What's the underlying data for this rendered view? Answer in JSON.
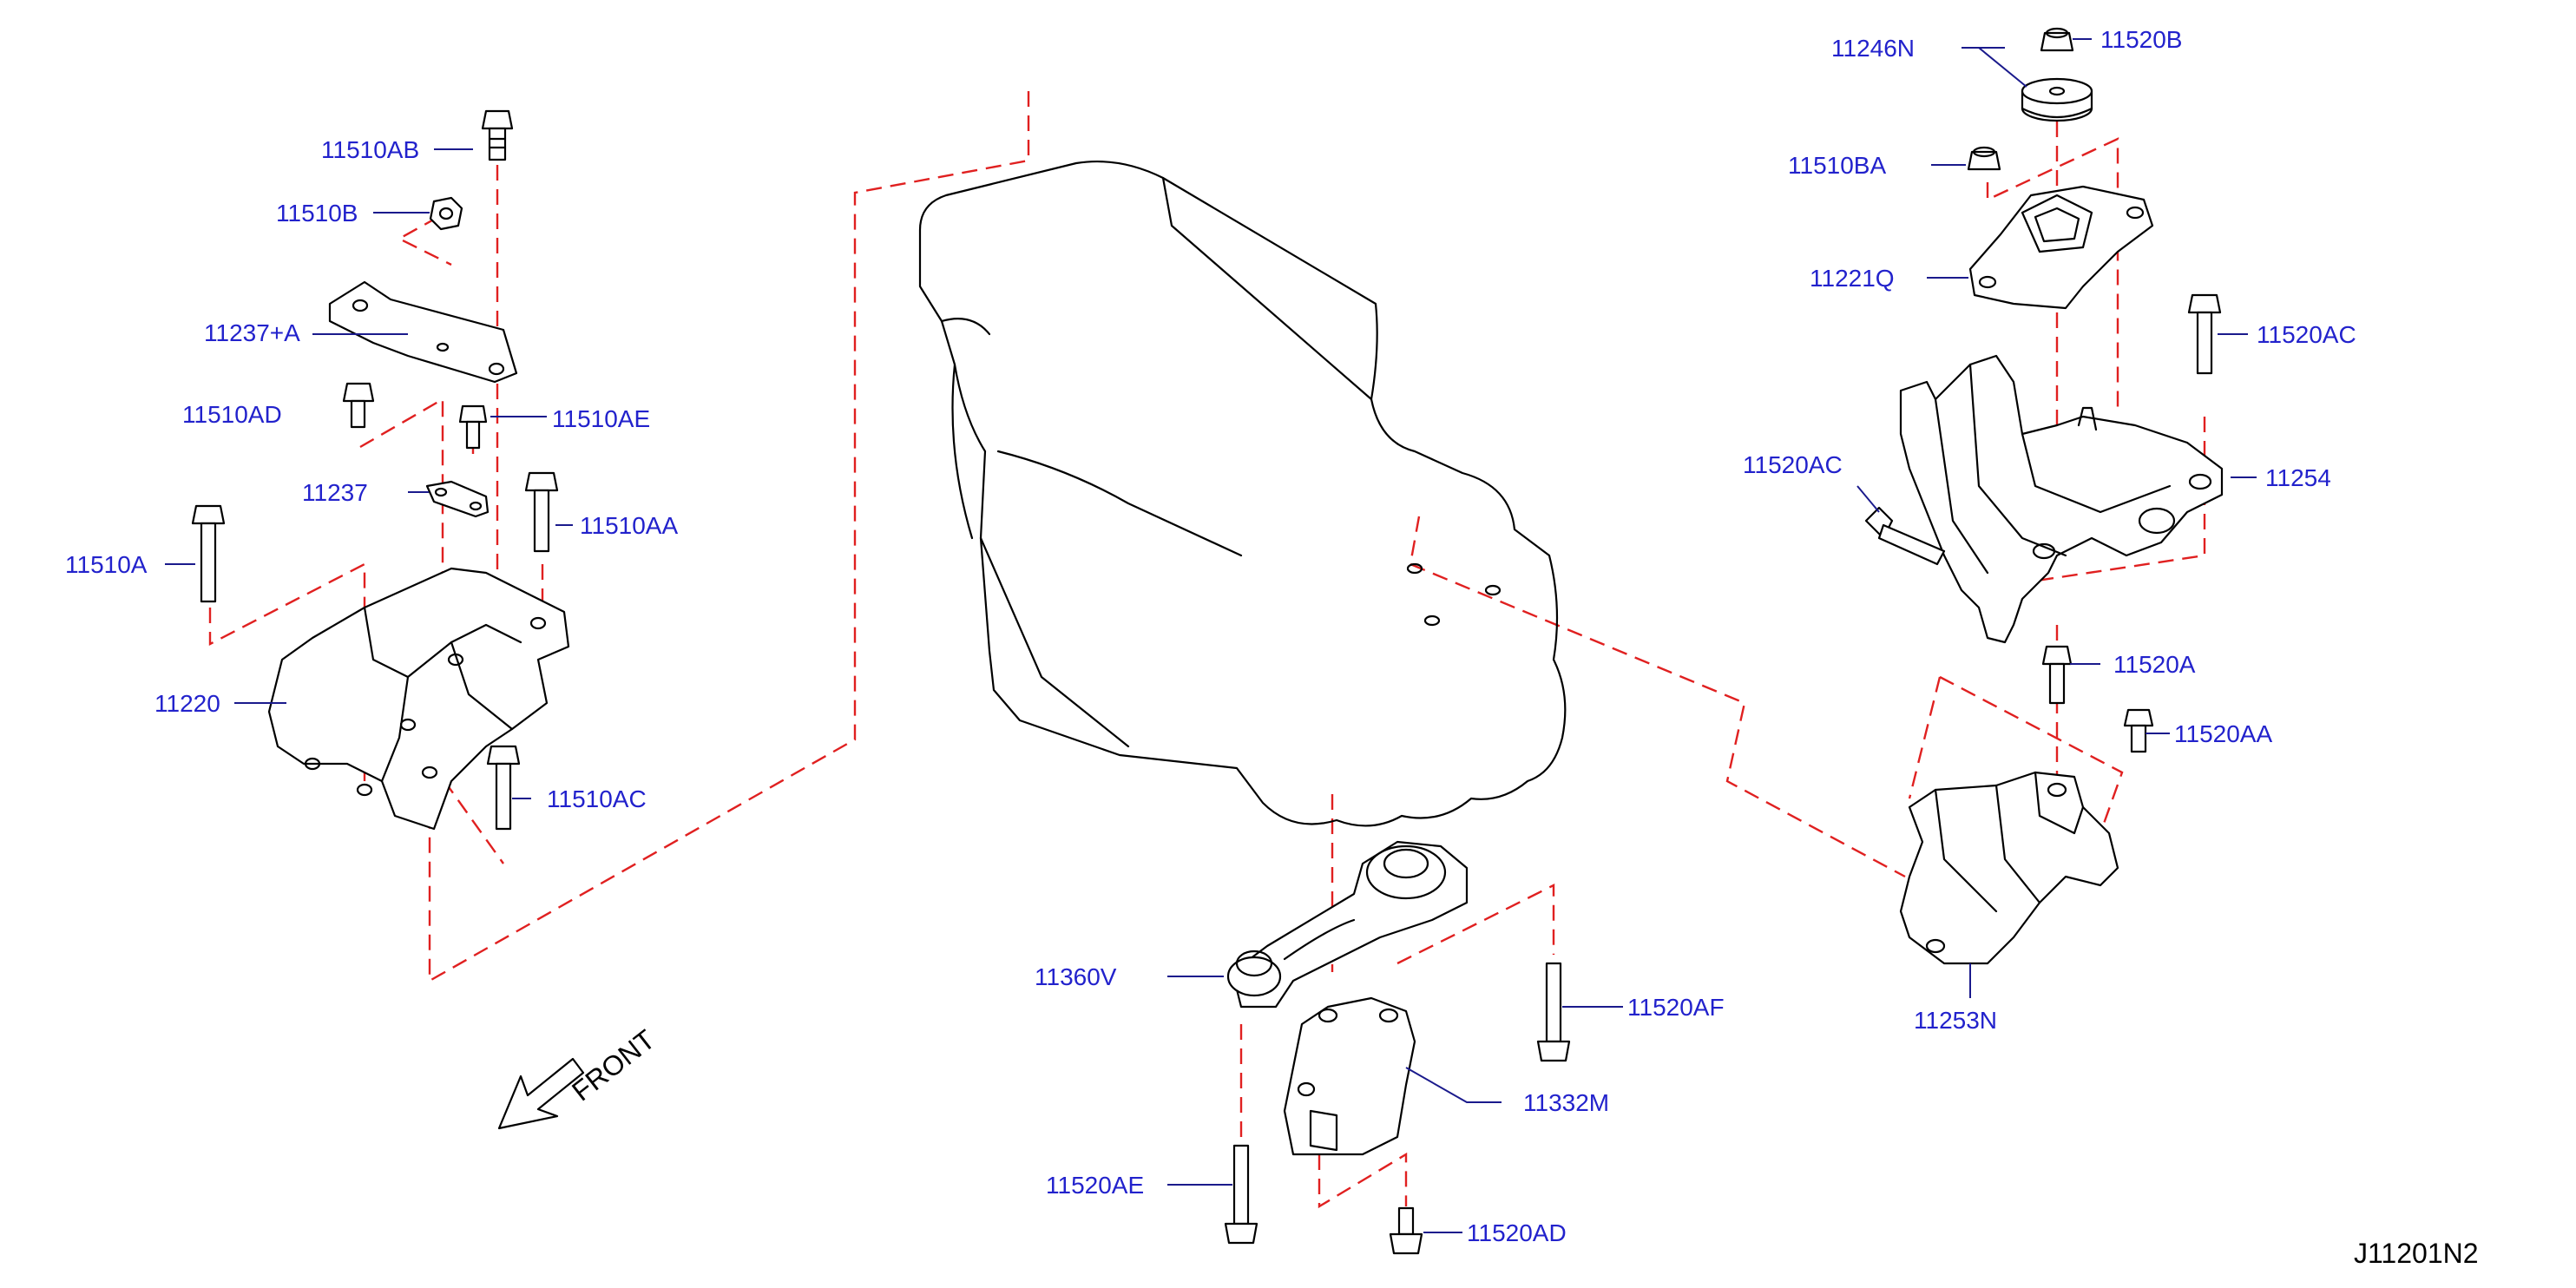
{
  "diagram_id": "J11201N2",
  "front_label": "FRONT",
  "colors": {
    "label": "#2222cc",
    "leader": "#1a1a8c",
    "alignment": "#e02020",
    "outline": "#000000"
  },
  "labels": {
    "p11510AB": "11510AB",
    "p11510B": "11510B",
    "p11237A": "11237+A",
    "p11510AD": "11510AD",
    "p11510AE": "11510AE",
    "p11237": "11237",
    "p11510AA": "11510AA",
    "p11510A": "11510A",
    "p11220": "11220",
    "p11510AC": "11510AC",
    "p11246N": "11246N",
    "p11520B": "11520B",
    "p11510BA": "11510BA",
    "p11221Q": "11221Q",
    "p11520AC_right": "11520AC",
    "p11520AC_left": "11520AC",
    "p11254": "11254",
    "p11520A": "11520A",
    "p11520AA": "11520AA",
    "p11253N": "11253N",
    "p11360V": "11360V",
    "p11520AF": "11520AF",
    "p11332M": "11332M",
    "p11520AE": "11520AE",
    "p11520AD": "11520AD"
  }
}
